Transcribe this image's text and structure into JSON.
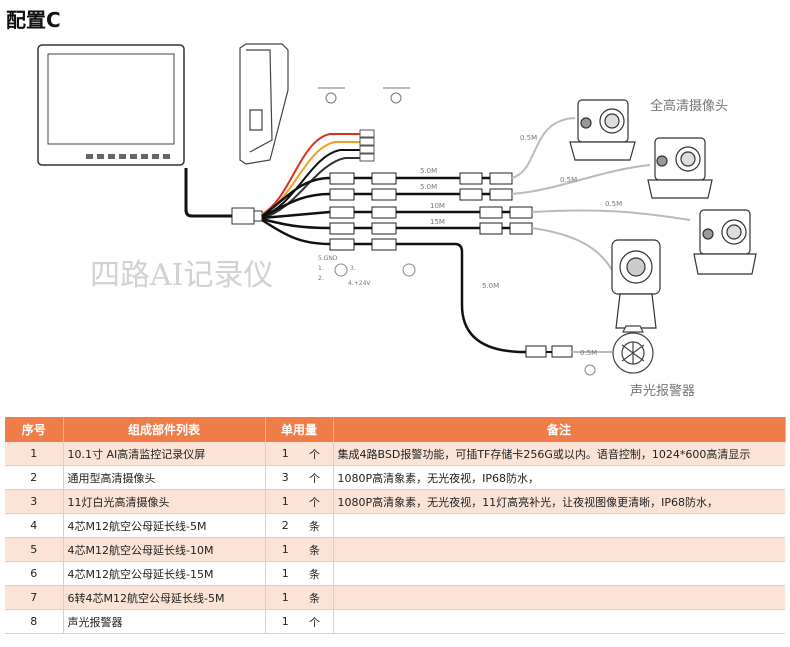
{
  "page_title": "配置C",
  "diagram": {
    "watermark": "四路AI记录仪",
    "labels": {
      "hd_camera": "全高清摄像头",
      "alarm": "声光报警器",
      "len_05m_a": "0.5M",
      "len_05m_b": "0.5M",
      "len_05m_c": "0.5M",
      "len_05m_d": "0.5M",
      "len_5m_a": "5.0M",
      "len_5m_b": "5.0M",
      "len_5m_c": "5.0M",
      "len_10m": "10M",
      "len_15m": "15M",
      "pin_gnd": "5.GND",
      "pin_24v": "4.+24V",
      "pin_1": "1.",
      "pin_2": "2.",
      "pin_3": "3."
    }
  },
  "table": {
    "headers": [
      "序号",
      "组成部件列表",
      "单用量",
      "备注"
    ],
    "rows": [
      {
        "no": "1",
        "name": "10.1寸 AI高清监控记录仪屏",
        "qty": "1",
        "unit": "个",
        "note": "集成4路BSD报警功能，可插TF存储卡256G或以内。语音控制，1024*600高清显示"
      },
      {
        "no": "2",
        "name": "通用型高清摄像头",
        "qty": "3",
        "unit": "个",
        "note": "1080P高清象素，无光夜视，IP68防水，"
      },
      {
        "no": "3",
        "name": "11灯白光高清摄像头",
        "qty": "1",
        "unit": "个",
        "note": "1080P高清象素，无光夜视，11灯高亮补光，让夜视图像更清晰，IP68防水，"
      },
      {
        "no": "4",
        "name": "4芯M12航空公母延长线-5M",
        "qty": "2",
        "unit": "条",
        "note": ""
      },
      {
        "no": "5",
        "name": "4芯M12航空公母延长线-10M",
        "qty": "1",
        "unit": "条",
        "note": ""
      },
      {
        "no": "6",
        "name": "4芯M12航空公母延长线-15M",
        "qty": "1",
        "unit": "条",
        "note": ""
      },
      {
        "no": "7",
        "name": "6转4芯M12航空公母延长线-5M",
        "qty": "1",
        "unit": "条",
        "note": ""
      },
      {
        "no": "8",
        "name": "声光报警器",
        "qty": "1",
        "unit": "个",
        "note": ""
      }
    ]
  }
}
